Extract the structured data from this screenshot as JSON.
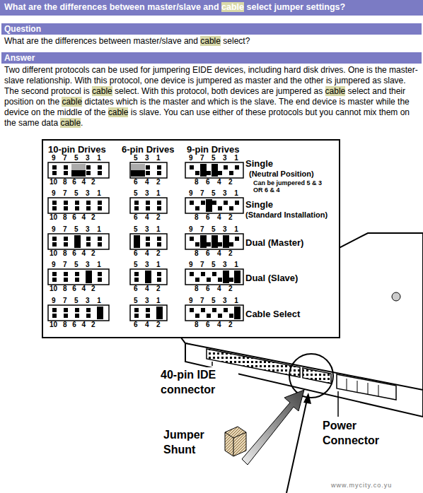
{
  "diagram": {
    "title": "What are the differences between master/slave and cable select jumper settings?",
    "nodes": [
      {
        "text": [
          "Question"
        ]
      },
      {
        "text": [
          "Answer"
        ]
      }
    ],
    "labels": [
      "What are the differences between master/slave and cable select?",
      "Two different protocols can be used for jumpering EIDE devices, including hard disk drives. One is the master-slave relationship. With this protocol, one device is jumpered as master and the other is jumpered as slave. The second protocol is cable select. With this protocol, both devices are jumpered as cable select and their position on the cable dictates which is the master and which is the slave. The end device is master while the device on the middle of the cable is slave. You can use either of these protocols but you cannot mix them on the same data cable.",
      "10-pin Drives",
      "6-pin Drives",
      "9-pin Drives",
      "9 7 5 3 1",
      "5 3 1",
      "9 7 5 3 1",
      "Single",
      "(Neutral Position)",
      "Can be jumpered 5 & 3 OR 6 & 4",
      "10 8 6 4 2",
      "6 4 2",
      "8 6 4 2",
      "9 7 5 3 1",
      "5 3 1",
      "9 7 5 3 1",
      "Single",
      "(Standard Installation)",
      "10 8 6 4 2",
      "6 4 2",
      "8 6 4 2",
      "9 7 5 3 1",
      "5 3 1",
      "9 7 5 3 1",
      "Dual (Master)",
      "10 8 6 4 2",
      "6 4 2",
      "8 6 4 2",
      "9 7 5 3 1",
      "5 3 1",
      "9 7 5 3 1",
      "Dual (Slave)",
      "10 8 6 4 2",
      "6 4 2",
      "8 6 4 2",
      "9 7 5 3 1",
      "5 3 1",
      "9 7 5 3 1",
      "Cable Select",
      "10 8 6 4 2",
      "6 4 2",
      "8 6 4 2",
      "40-pin IDE connector",
      "Jumper Shunt",
      "Power Connector",
      "www.mycity.co.yu"
    ]
  }
}
